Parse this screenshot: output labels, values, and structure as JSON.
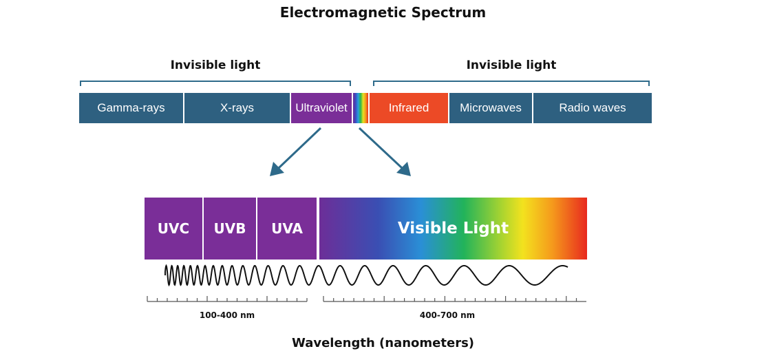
{
  "title": "Electromagnetic Spectrum",
  "invisible_left_label": "Invisible light",
  "invisible_right_label": "Invisible light",
  "spectrum_bands": {
    "gamma": "Gamma-rays",
    "xray": "X-rays",
    "ultraviolet": "Ultraviolet",
    "infrared": "Infrared",
    "microwaves": "Microwaves",
    "radio": "Radio waves"
  },
  "uv_bands": {
    "uvc": "UVC",
    "uvb": "UVB",
    "uva": "UVA"
  },
  "visible_label": "Visible Light",
  "range_uv": "100-400 nm",
  "range_visible": "400-700 nm",
  "axis_label": "Wavelength (nanometers)",
  "colors": {
    "band_blue": "#2e6080",
    "ultraviolet": "#7a2e98",
    "infrared": "#ec4a26",
    "arrow": "#2e6a8a"
  }
}
